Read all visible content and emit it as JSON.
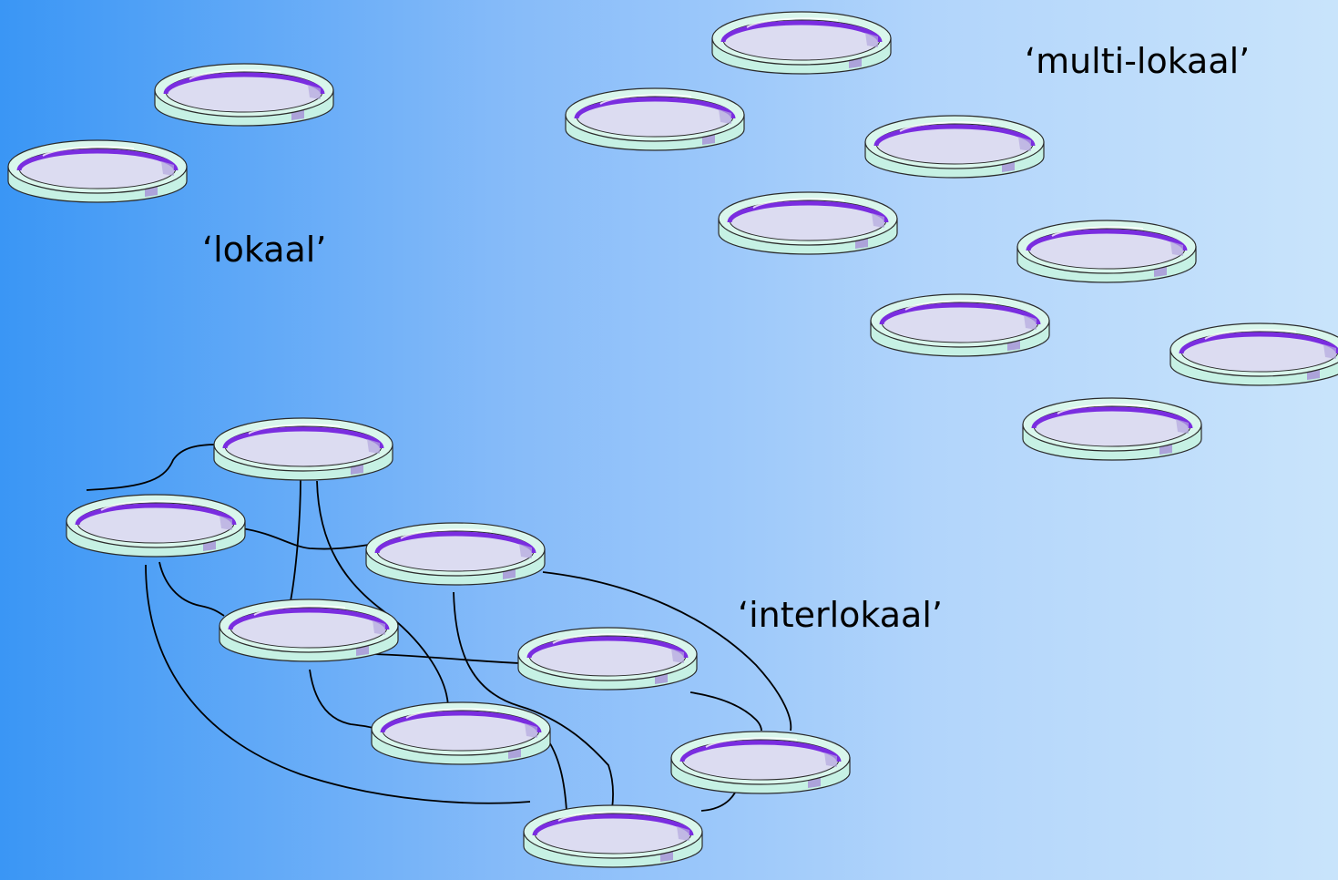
{
  "labels": {
    "local": "‘lokaal’",
    "multi_local": "‘multi-lokaal’",
    "interlocal": "‘interlokaal’"
  },
  "colors": {
    "dish_wall": "#c8f2e6",
    "dish_inner": "#dbdef3",
    "dish_rim": "#7a2ee0",
    "stroke": "#2b2b2b",
    "connection": "#000000"
  }
}
